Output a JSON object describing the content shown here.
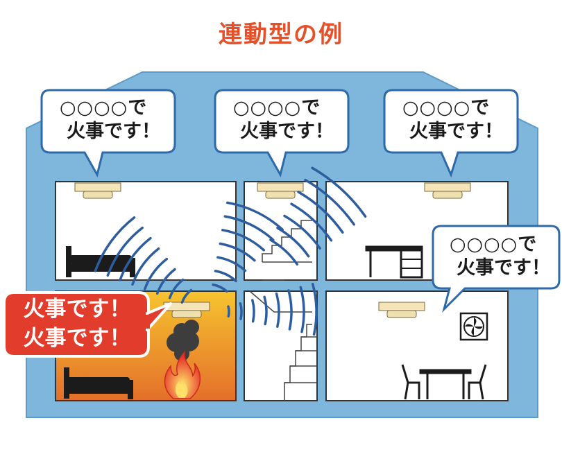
{
  "title": "連動型の例",
  "bubbles": [
    {
      "line1": "○○○○で",
      "line2": "火事です！"
    },
    {
      "line1": "○○○○で",
      "line2": "火事です！"
    },
    {
      "line1": "○○○○で",
      "line2": "火事です！"
    },
    {
      "line1": "○○○○で",
      "line2": "火事です！"
    }
  ],
  "alarm": {
    "line1": "火事です！",
    "line2": "火事です！"
  },
  "colors": {
    "house": "#7fb7dc",
    "house_edge": "#5d9bc8",
    "bubble_border": "#2e6aa8",
    "alarm_bubble": "#e23c2d",
    "fire_room_top": "#f4b52c",
    "fire_room_bottom": "#e7772c",
    "waves": "#2d5d9e",
    "title": "#e4502a"
  }
}
